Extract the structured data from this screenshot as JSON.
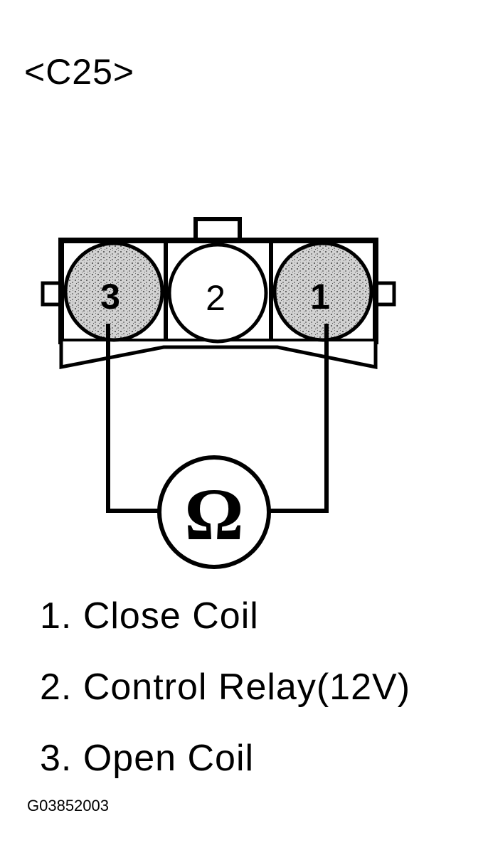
{
  "connector_id": "<C25>",
  "pins": [
    {
      "label": "3"
    },
    {
      "label": "2"
    },
    {
      "label": "1"
    }
  ],
  "meter_symbol": "Ω",
  "legend": [
    {
      "number": "1.",
      "text": "Close Coil"
    },
    {
      "number": "2.",
      "text": "Control Relay(12V)"
    },
    {
      "number": "3.",
      "text": "Open Coil"
    }
  ],
  "figure_code": "G03852003",
  "colors": {
    "ink": "#000000",
    "paper": "#ffffff",
    "pin_shading": "#c8c8c8"
  }
}
